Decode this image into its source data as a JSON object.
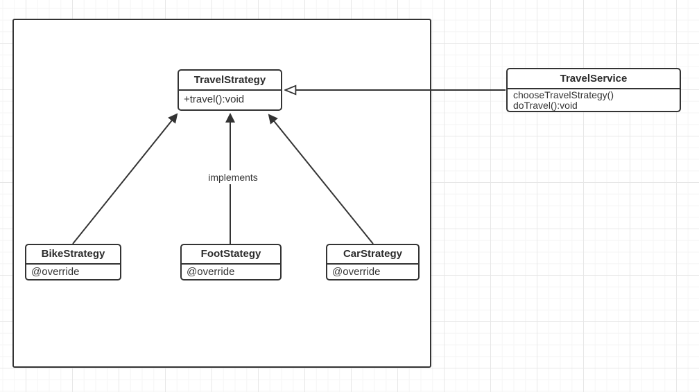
{
  "diagram": {
    "type": "uml-class-diagram",
    "classes": {
      "travel_strategy": {
        "title": "TravelStrategy",
        "methods": [
          "+travel():void"
        ]
      },
      "travel_service": {
        "title": "TravelService",
        "methods": [
          "chooseTravelStrategy()",
          "doTravel():void"
        ]
      },
      "bike_strategy": {
        "title": "BikeStrategy",
        "methods": [
          "@override"
        ]
      },
      "foot_stategy": {
        "title": "FootStategy",
        "methods": [
          "@override"
        ]
      },
      "car_strategy": {
        "title": "CarStrategy",
        "methods": [
          "@override"
        ]
      }
    },
    "labels": {
      "implements": "implements"
    },
    "connectors": [
      {
        "from": "BikeStrategy",
        "to": "TravelStrategy",
        "arrow": "solid"
      },
      {
        "from": "FootStategy",
        "to": "TravelStrategy",
        "arrow": "solid",
        "label": "implements"
      },
      {
        "from": "CarStrategy",
        "to": "TravelStrategy",
        "arrow": "solid"
      },
      {
        "from": "TravelService",
        "to": "TravelStrategy",
        "arrow": "hollow-triangle"
      }
    ],
    "colors": {
      "stroke": "#333333",
      "text": "#333333",
      "shape_fill": "#ffffff",
      "canvas_background": "#ffffff",
      "grid_minor": "#f5f5f5",
      "grid_major": "#e7e7e7"
    }
  }
}
